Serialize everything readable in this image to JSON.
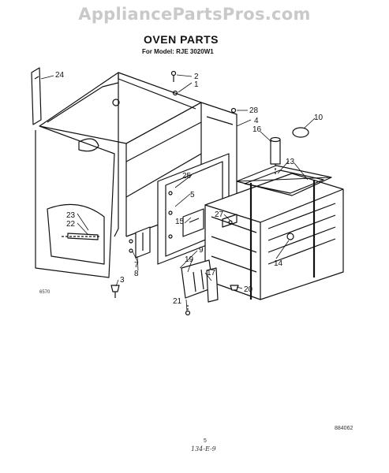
{
  "watermark": "AppliancePartsPros.com",
  "title": "OVEN PARTS",
  "subtitle": "For Model: RJE 3020W1",
  "figure_code": "6570",
  "reference_code": "884062",
  "page_number": "5",
  "handwritten_note": "134-E-9",
  "colors": {
    "ink": "#111111",
    "watermark": "#c9c9c9",
    "background": "#ffffff"
  },
  "callouts": [
    "24",
    "2",
    "1",
    "28",
    "4",
    "10",
    "16",
    "13",
    "25",
    "5",
    "15",
    "27",
    "14",
    "23",
    "22",
    "7",
    "8",
    "3",
    "9",
    "19",
    "17",
    "21",
    "20"
  ]
}
